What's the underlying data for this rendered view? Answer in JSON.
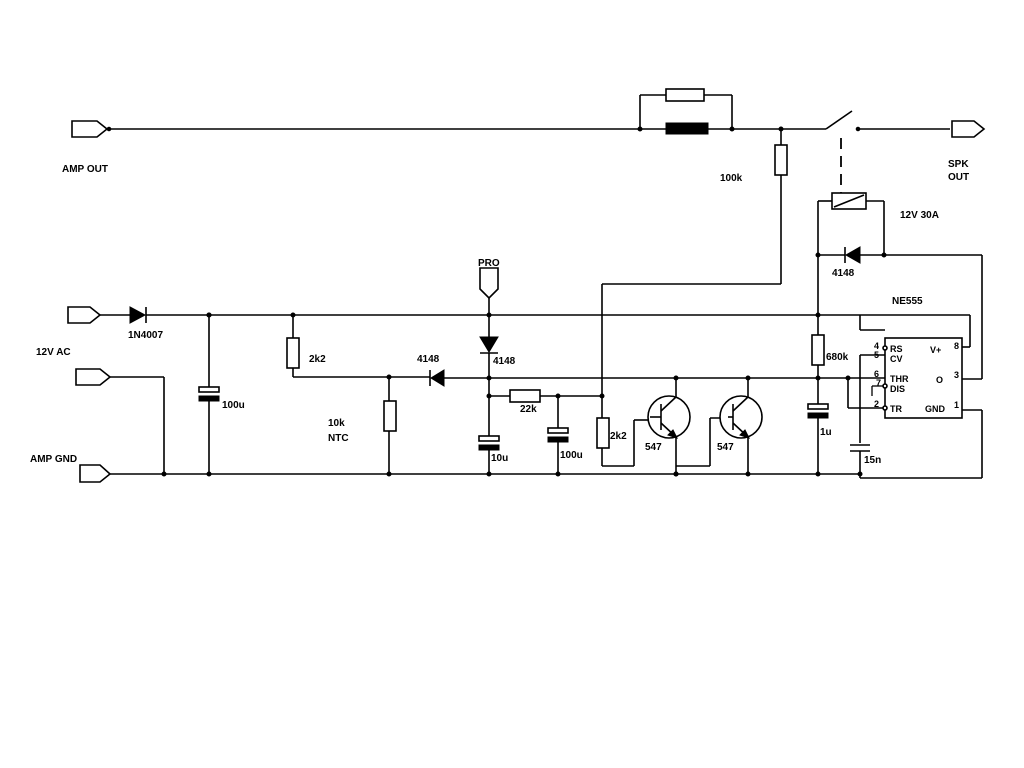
{
  "terminals": {
    "amp_out": "AMP OUT",
    "spk_out_1": "SPK",
    "spk_out_2": "OUT",
    "ac_in": "12V AC",
    "amp_gnd": "AMP GND",
    "pro": "PRO"
  },
  "components": {
    "r_100k": "100k",
    "relay": "12V 30A",
    "d_relay": "4148",
    "ic": "NE555",
    "d_bridge": "1N4007",
    "c_100u_a": "100u",
    "r_2k2_a": "2k2",
    "ntc_1": "10k",
    "ntc_2": "NTC",
    "d_ntc": "4148",
    "d_pro": "4148",
    "c_10u": "10u",
    "r_22k": "22k",
    "c_100u_b": "100u",
    "r_2k2_b": "2k2",
    "q1": "547",
    "q2": "547",
    "r_680k": "680k",
    "c_1u": "1u",
    "c_15n": "15n"
  },
  "ic_pins": {
    "p4": "4",
    "rs": "RS",
    "p5": "5",
    "cv": "CV",
    "p6": "6",
    "thr": "THR",
    "p7": "7",
    "dis": "DIS",
    "p2": "2",
    "tr": "TR",
    "p8": "8",
    "vplus": "V+",
    "p3": "3",
    "o": "O",
    "p1": "1",
    "gnd": "GND"
  }
}
